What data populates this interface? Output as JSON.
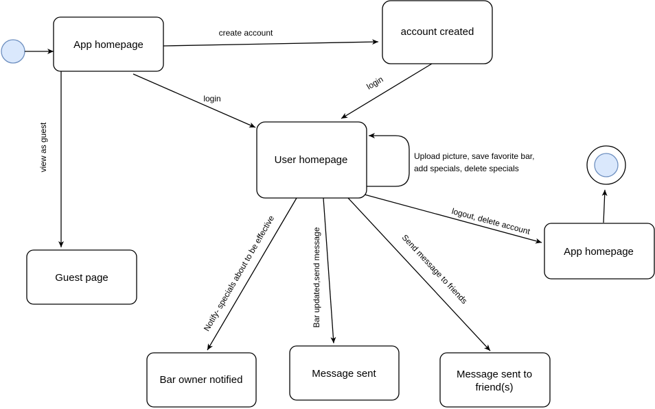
{
  "nodes": {
    "app_homepage": "App homepage",
    "account_created": "account created",
    "user_homepage": "User homepage",
    "guest_page": "Guest page",
    "app_homepage_2": "App homepage",
    "bar_owner_notified": "Bar owner notified",
    "message_sent": "Message sent",
    "message_sent_friends_line1": "Message sent to",
    "message_sent_friends_line2": "friend(s)"
  },
  "edges": {
    "create_account": "create account",
    "login_1": "login",
    "login_2": "login",
    "view_as_guest": "view as guest",
    "self_loop_line1": "Upload picture, save favorite bar,",
    "self_loop_line2": "add specials, delete specials",
    "logout": "logout, delete account",
    "notify": "Notify- specials about to be effective",
    "bar_updated": "Bar updated,send message",
    "send_to_friends": "Send message to friends"
  }
}
